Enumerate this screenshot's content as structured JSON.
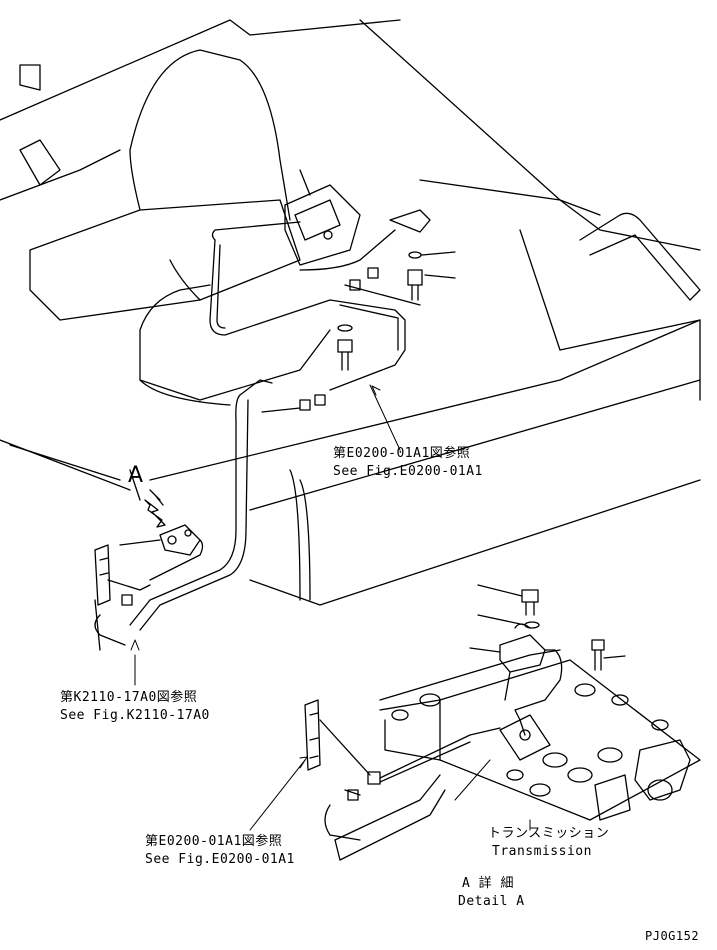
{
  "labels": {
    "ref_top_jp": "第E0200-01A1図参照",
    "ref_top_en": "See Fig.E0200-01A1",
    "ref_left_jp": "第K2110-17A0図参照",
    "ref_left_en": "See Fig.K2110-17A0",
    "ref_bottom_jp": "第E0200-01A1図参照",
    "ref_bottom_en": "See Fig.E0200-01A1",
    "transmission_jp": "トランスミッション",
    "transmission_en": "Transmission",
    "detail_jp": "A 詳 細",
    "detail_en": "Detail A",
    "view_marker": "A",
    "drawing_code": "PJ0G152"
  }
}
